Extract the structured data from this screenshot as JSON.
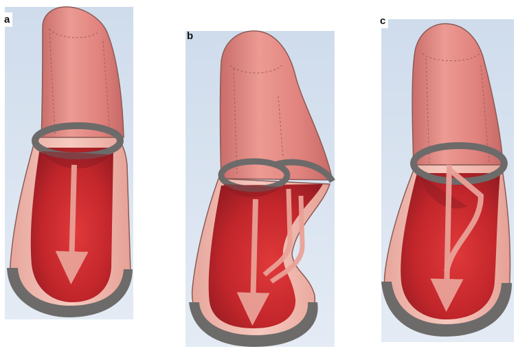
{
  "figure": {
    "panels": [
      {
        "label": "a",
        "description_key": "panel-a"
      },
      {
        "label": "b",
        "description_key": "panel-b"
      },
      {
        "label": "c",
        "description_key": "panel-c"
      }
    ]
  },
  "colors": {
    "background_blue": "#cfdcec",
    "atrium_pink": "#e38a86",
    "ventricle_red": "#c8282c",
    "ventricle_dark": "#8f1c22",
    "wall_light": "#f0b8ad",
    "valve_ring": "#6d6a6a",
    "flow_arrow": "#e9a197"
  }
}
